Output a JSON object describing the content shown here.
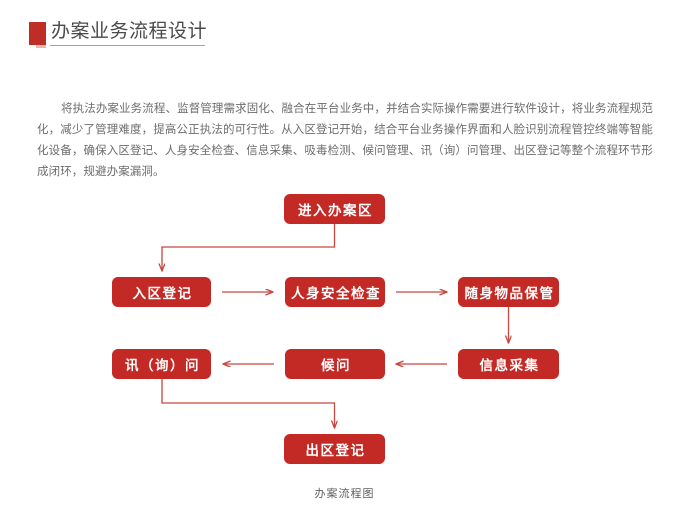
{
  "page": {
    "title": "办案业务流程设计",
    "accent_color": "#c32a26",
    "marker_color": "#bf2d27",
    "underline_color": "#e2897c",
    "body_text_color": "#6d6d6d"
  },
  "intro": {
    "paragraph": "将执法办案业务流程、监督管理需求固化、融合在平台业务中，并结合实际操作需要进行软件设计，将业务流程规范化，减少了管理难度，提高公正执法的可行性。从入区登记开始，结合平台业务操作界面和人脸识别流程管控终端等智能化设备，确保入区登记、人身安全检查、信息采集、吸毒检测、候问管理、讯（询）问管理、出区登记等整个流程环节形成闭环，规避办案漏洞。"
  },
  "flowchart": {
    "caption": "办案流程图",
    "nodes": [
      {
        "id": "enter",
        "label": "进入办案区"
      },
      {
        "id": "register",
        "label": "入区登记"
      },
      {
        "id": "safety",
        "label": "人身安全检查"
      },
      {
        "id": "belongings",
        "label": "随身物品保管"
      },
      {
        "id": "interrog",
        "label": "讯（询）问"
      },
      {
        "id": "waiting",
        "label": "候问"
      },
      {
        "id": "collect",
        "label": "信息采集"
      },
      {
        "id": "exit",
        "label": "出区登记"
      }
    ],
    "edges": [
      {
        "from": "enter",
        "to": "register",
        "direction": "down-left-down"
      },
      {
        "from": "register",
        "to": "safety",
        "direction": "right"
      },
      {
        "from": "safety",
        "to": "belongings",
        "direction": "right"
      },
      {
        "from": "belongings",
        "to": "collect",
        "direction": "down"
      },
      {
        "from": "collect",
        "to": "waiting",
        "direction": "left"
      },
      {
        "from": "waiting",
        "to": "interrog",
        "direction": "left"
      },
      {
        "from": "interrog",
        "to": "exit",
        "direction": "down-right-down"
      }
    ]
  }
}
